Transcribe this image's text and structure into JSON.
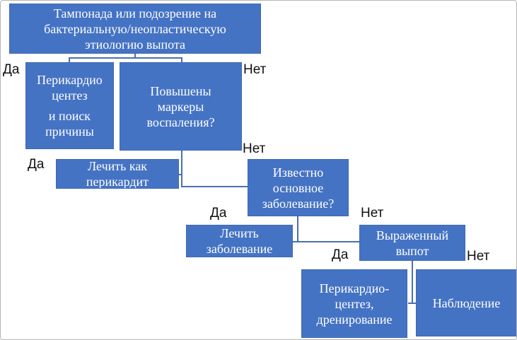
{
  "colors": {
    "background": "#ffffff",
    "node_fill": "#4573c4",
    "node_border": "#3e68b0",
    "node_text": "#ffffff",
    "connector": "#4a70b0",
    "label_text": "#111111"
  },
  "labels": {
    "yes": "Да",
    "no": "Нет"
  },
  "nodes": {
    "tamponade": {
      "lines": [
        "Тампонада или подозрение на",
        "бактериальную/неопластическую",
        "этиологию выпота"
      ]
    },
    "pericardiocentesis": {
      "lines": [
        "Перикардио",
        "центез",
        "и поиск",
        "причины"
      ]
    },
    "inflammation_markers": {
      "lines": [
        "Повышены",
        "маркеры",
        "воспаления?"
      ]
    },
    "treat_pericarditis": {
      "lines": [
        "Лечить как",
        "перикардит"
      ]
    },
    "known_disease": {
      "lines": [
        "Известно",
        "основное",
        "заболевание?"
      ]
    },
    "treat_disease": {
      "lines": [
        "Лечить",
        "заболевание"
      ]
    },
    "large_effusion": {
      "lines": [
        "Выраженный",
        "выпот"
      ]
    },
    "drainage": {
      "lines": [
        "Перикардио-",
        "центез,",
        "дренирование"
      ]
    },
    "observation": {
      "lines": [
        "Наблюдение"
      ]
    }
  }
}
